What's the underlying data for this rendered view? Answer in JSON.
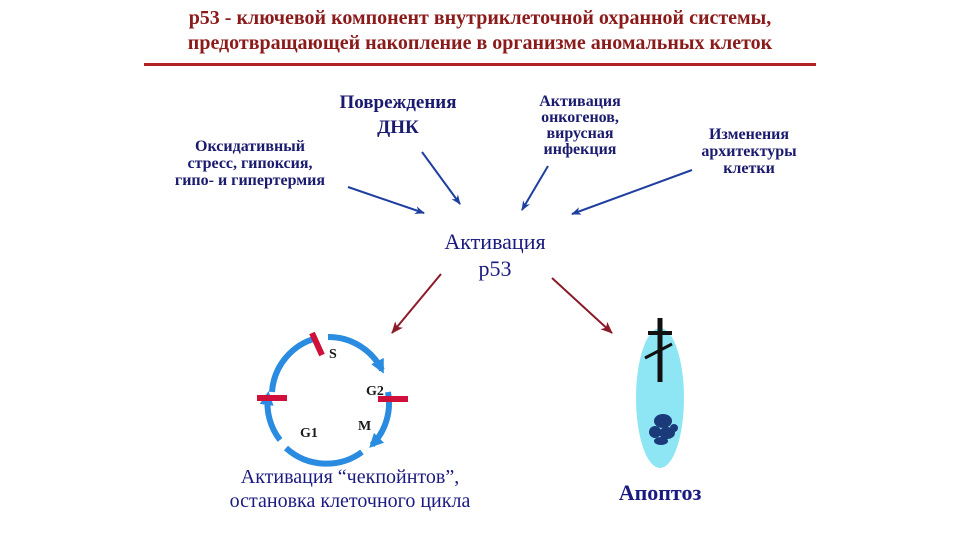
{
  "title": {
    "line1": "p53 - ключевой компонент внутриклеточной охранной системы,",
    "line2": "предотвращающей накопление в организме аномальных клеток"
  },
  "causes": {
    "dna_damage": [
      "Повреждения",
      "ДНК"
    ],
    "oncogene": [
      "Активация",
      "онкогенов,",
      "вирусная",
      "инфекция"
    ],
    "oxidative": [
      "Оксидативный",
      "стресс, гипоксия,",
      "гипо- и гипертермия"
    ],
    "architecture": [
      "Изменения",
      "архитектуры",
      "клетки"
    ]
  },
  "center": [
    "Активация",
    "p53"
  ],
  "cell_cycle": {
    "phases": {
      "s": "S",
      "g2": "G2",
      "m": "M",
      "g1": "G1"
    }
  },
  "outcomes": {
    "checkpoints": [
      "Активация “чекпойнтов”,",
      "остановка клеточного цикла"
    ],
    "apoptosis": "Апоптоз"
  },
  "colors": {
    "title": "#8b1a1a",
    "text": "#1a1a6e",
    "cause_arrows": "#1f3f9f",
    "outcome_arrows": "#8b1a2a",
    "cycle": "#2a8ce0",
    "checkpoint_bars": "#d0103a",
    "cell_fill": "#8ee6f5",
    "nucleus": "#1a3a7a"
  }
}
